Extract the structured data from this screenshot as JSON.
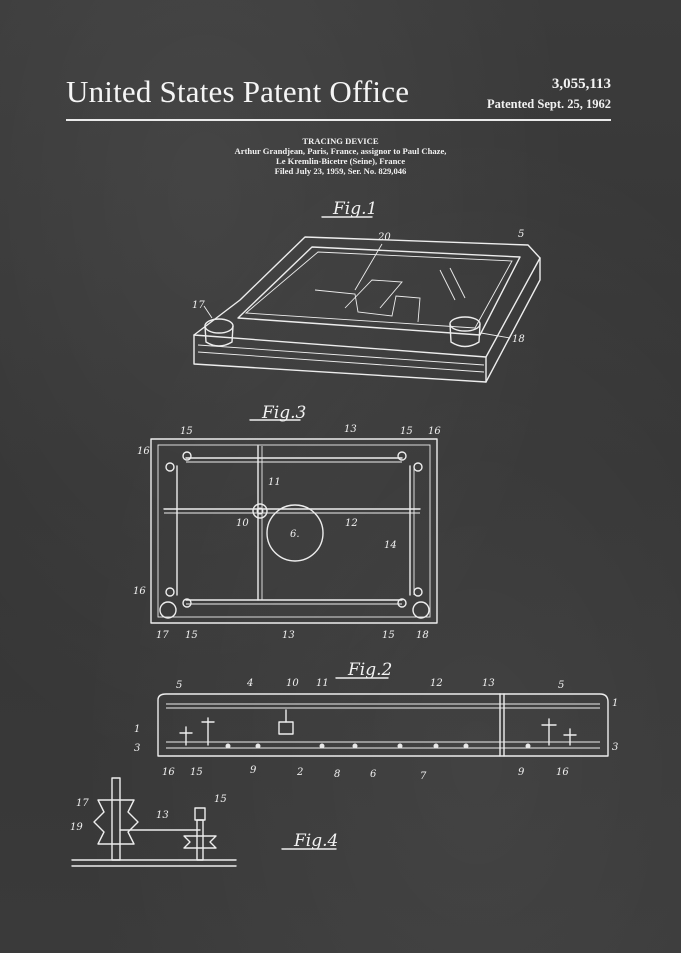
{
  "office_title": "United States Patent Office",
  "patent_number": "3,055,113",
  "patent_date": "Patented Sept. 25, 1962",
  "header": {
    "invention": "TRACING DEVICE",
    "inventor_line": "Arthur Grandjean, Paris, France, assignor to Paul Chaze,",
    "address_line": "Le Kremlin-Bicetre (Seine), France",
    "filing_line": "Filed July 23, 1959, Ser. No. 829,046"
  },
  "figures": {
    "fig1": "Fig.1",
    "fig2": "Fig.2",
    "fig3": "Fig.3",
    "fig4": "Fig.4"
  },
  "labels": {
    "l1": "1",
    "l2": "2",
    "l3": "3",
    "l4": "4",
    "l5": "5",
    "l6": "6",
    "l6dot": "6.",
    "l7": "7",
    "l8": "8",
    "l9": "9",
    "l10": "10",
    "l11": "11",
    "l12": "12",
    "l13": "13",
    "l14": "14",
    "l15": "15",
    "l16": "16",
    "l17": "17",
    "l18": "18",
    "l19": "19",
    "l20": "20"
  },
  "colors": {
    "board": "#3a3a3a",
    "chalk": "#f0f0f0"
  }
}
